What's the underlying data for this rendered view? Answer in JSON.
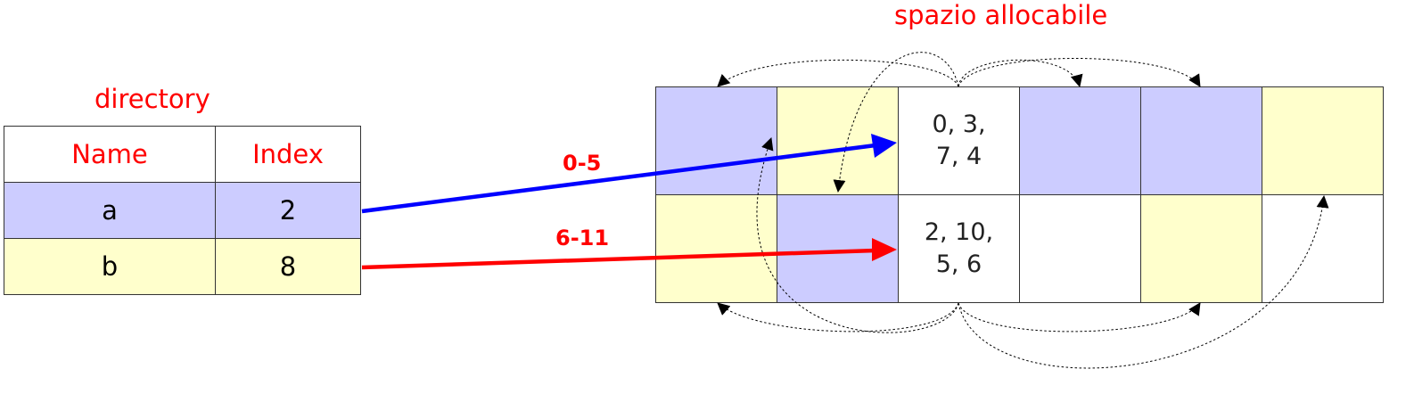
{
  "directory": {
    "title": "directory",
    "headers": {
      "name": "Name",
      "index": "Index"
    },
    "rows": [
      {
        "name": "a",
        "index": "2"
      },
      {
        "name": "b",
        "index": "8"
      }
    ]
  },
  "space": {
    "title": "spazio allocabile",
    "cells": [
      {
        "text": "",
        "color": "#ccccff"
      },
      {
        "text": "",
        "color": "#ffffcc"
      },
      {
        "text": "0, 3,\n7, 4",
        "color": "#ffffff"
      },
      {
        "text": "",
        "color": "#ccccff"
      },
      {
        "text": "",
        "color": "#ccccff"
      },
      {
        "text": "",
        "color": "#ffffcc"
      },
      {
        "text": "",
        "color": "#ffffcc"
      },
      {
        "text": "",
        "color": "#ccccff"
      },
      {
        "text": "2, 10,\n5, 6",
        "color": "#ffffff"
      },
      {
        "text": "",
        "color": "#ffffff"
      },
      {
        "text": "",
        "color": "#ffffcc"
      },
      {
        "text": "",
        "color": "#ffffff"
      }
    ]
  },
  "pointers": [
    {
      "label": "0-5",
      "color": "#0000ff"
    },
    {
      "label": "6-11",
      "color": "#ff0000"
    }
  ],
  "colors": {
    "file_a": "#ccccff",
    "file_b": "#ffffcc",
    "text_accent": "#ff0000"
  }
}
